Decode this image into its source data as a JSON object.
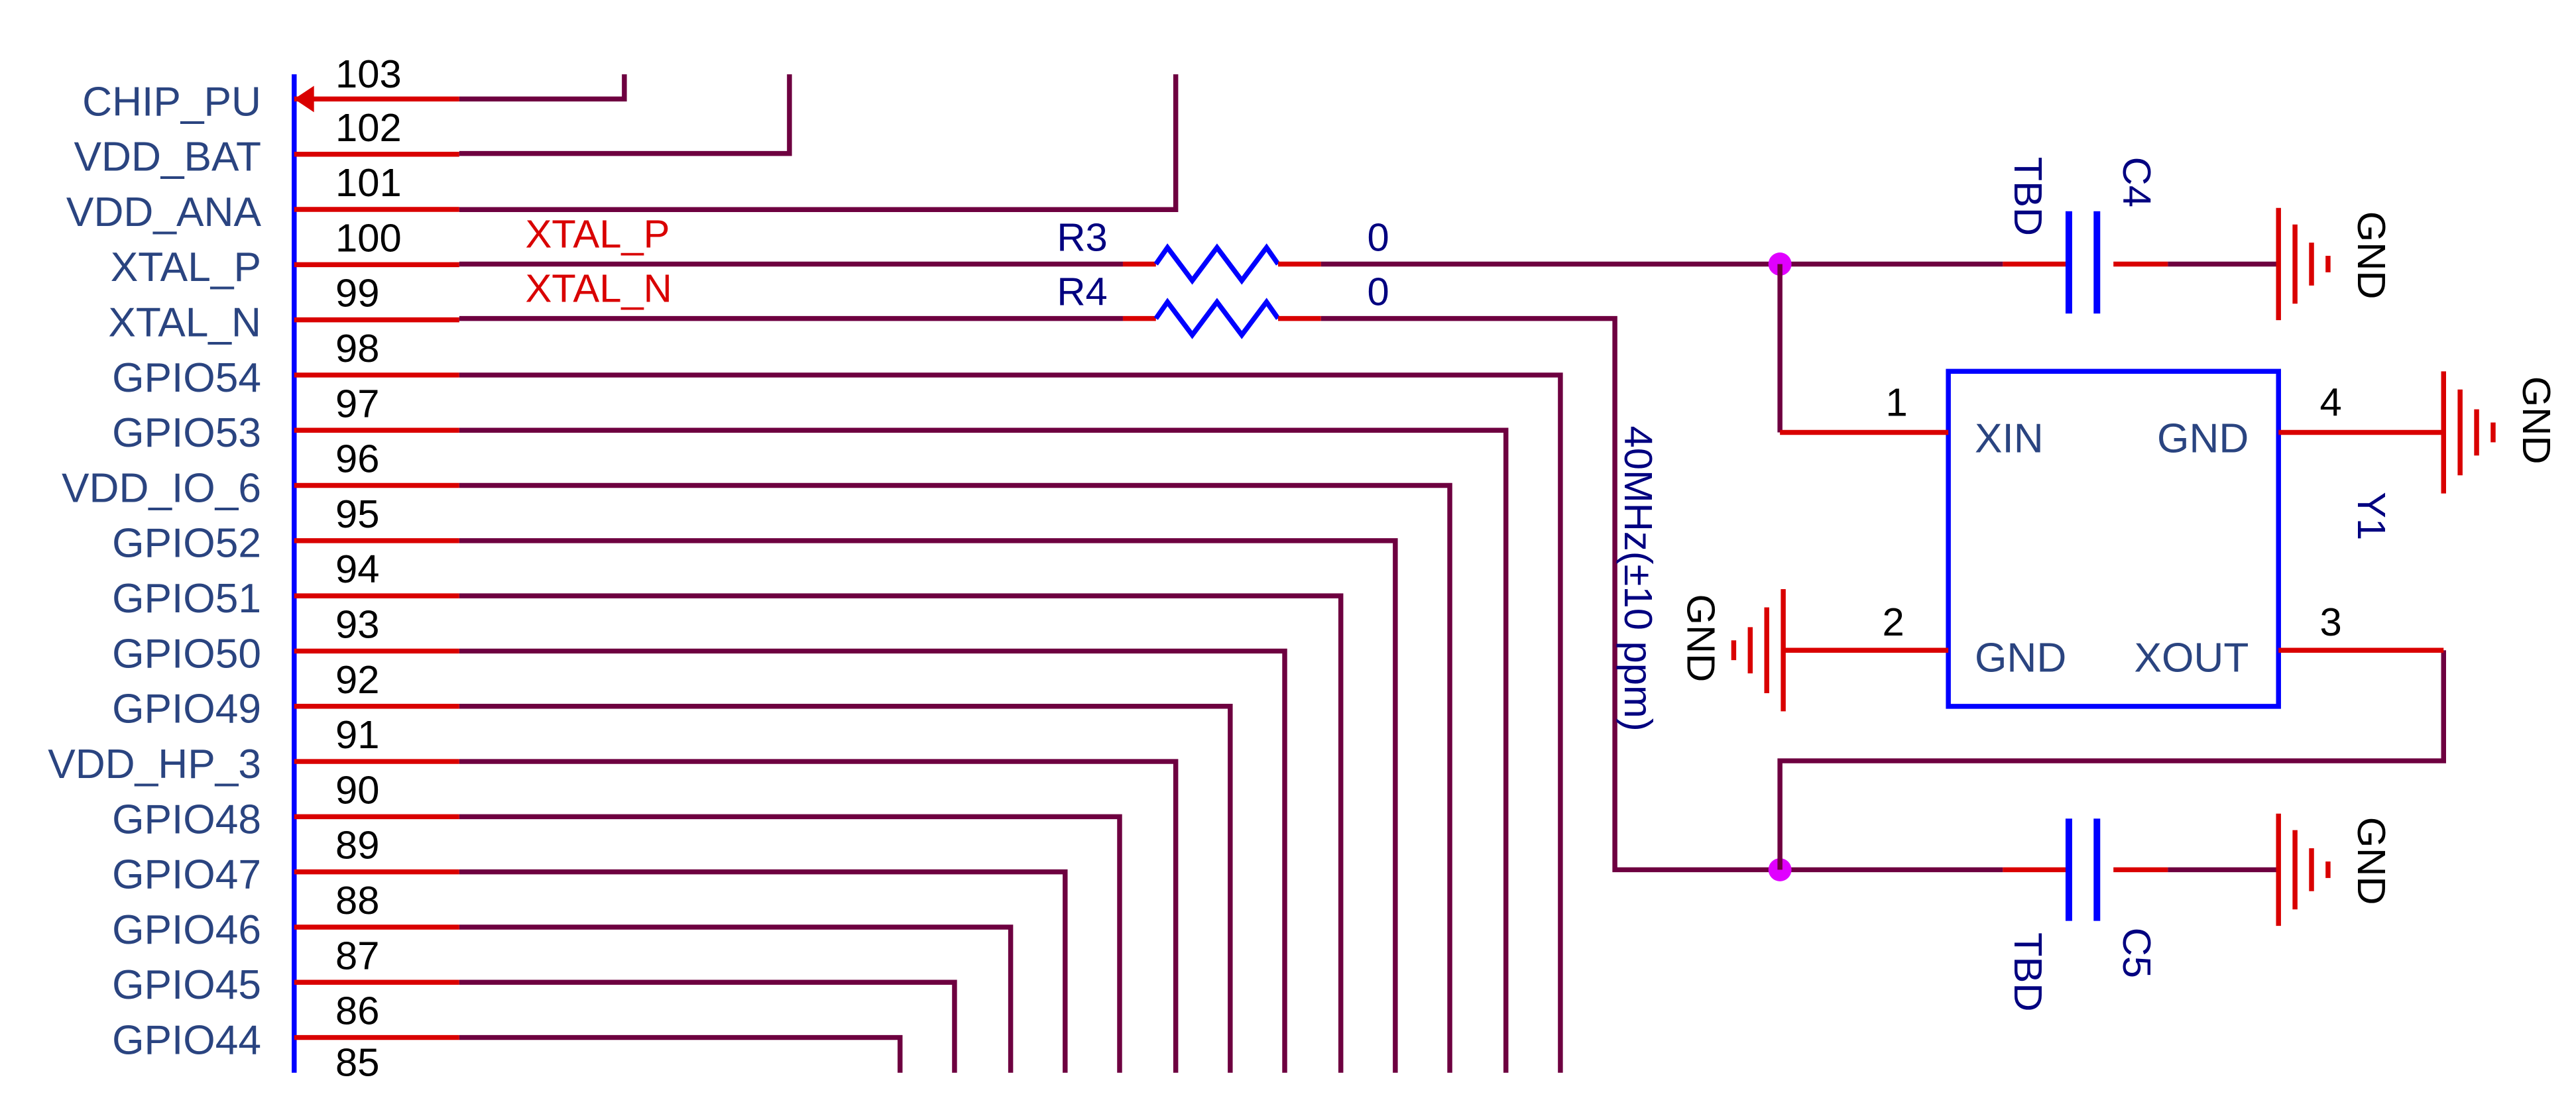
{
  "ic": {
    "pins": [
      {
        "name": "CHIP_PU",
        "number": "103"
      },
      {
        "name": "VDD_BAT",
        "number": "102"
      },
      {
        "name": "VDD_ANA",
        "number": "101"
      },
      {
        "name": "XTAL_P",
        "number": "100"
      },
      {
        "name": "XTAL_N",
        "number": "99"
      },
      {
        "name": "GPIO54",
        "number": "98"
      },
      {
        "name": "GPIO53",
        "number": "97"
      },
      {
        "name": "VDD_IO_6",
        "number": "96"
      },
      {
        "name": "GPIO52",
        "number": "95"
      },
      {
        "name": "GPIO51",
        "number": "94"
      },
      {
        "name": "GPIO50",
        "number": "93"
      },
      {
        "name": "GPIO49",
        "number": "92"
      },
      {
        "name": "VDD_HP_3",
        "number": "91"
      },
      {
        "name": "GPIO48",
        "number": "90"
      },
      {
        "name": "GPIO47",
        "number": "89"
      },
      {
        "name": "GPIO46",
        "number": "88"
      },
      {
        "name": "GPIO45",
        "number": "87"
      },
      {
        "name": "GPIO44",
        "number": "86"
      }
    ],
    "last_number": "85"
  },
  "nets": {
    "xtal_p": "XTAL_P",
    "xtal_n": "XTAL_N"
  },
  "r3": {
    "ref": "R3",
    "value": "0"
  },
  "r4": {
    "ref": "R4",
    "value": "0"
  },
  "c4": {
    "ref": "C4",
    "value": "TBD"
  },
  "c5": {
    "ref": "C5",
    "value": "TBD"
  },
  "crystal_spec": "40MHz(±10 ppm)",
  "y1": {
    "ref": "Y1",
    "pins": [
      {
        "number": "1",
        "name": "XIN"
      },
      {
        "number": "2",
        "name": "GND"
      },
      {
        "number": "3",
        "name": "XOUT"
      },
      {
        "number": "4",
        "name": "GND"
      }
    ]
  },
  "gnd_label": "GND",
  "colors": {
    "wire": "#6e0040",
    "pin": "#d90000",
    "body": "#0000ff",
    "junction": "#e000ff",
    "label": "#2a4480"
  }
}
